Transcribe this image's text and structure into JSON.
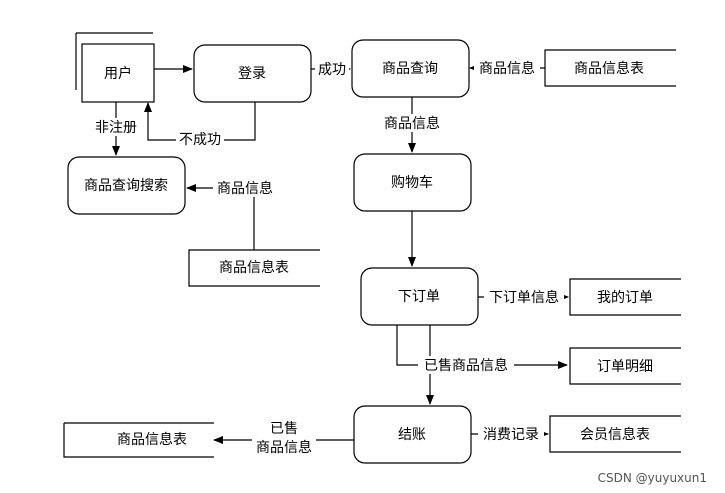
{
  "nodes": {
    "user": "用户",
    "login": "登录",
    "product_query": "商品查询",
    "product_table_top": "商品信息表",
    "search": "商品查询搜索",
    "product_table_mid": "商品信息表",
    "cart": "购物车",
    "order": "下订单",
    "my_order": "我的订单",
    "order_detail": "订单明细",
    "checkout": "结账",
    "member_table": "会员信息表",
    "product_table_bottom": "商品信息表"
  },
  "labels": {
    "success": "成功",
    "fail": "不成功",
    "unregistered": "非注册",
    "product_info_top": "商品信息",
    "product_info_query_cart": "商品信息",
    "product_info_search": "商品信息",
    "order_info": "下订单信息",
    "sold_info": "已售商品信息",
    "consumption_record": "消费记录",
    "sold_line1": "已售",
    "sold_line2": "商品信息"
  },
  "watermark": "CSDN @yuyuxun1"
}
